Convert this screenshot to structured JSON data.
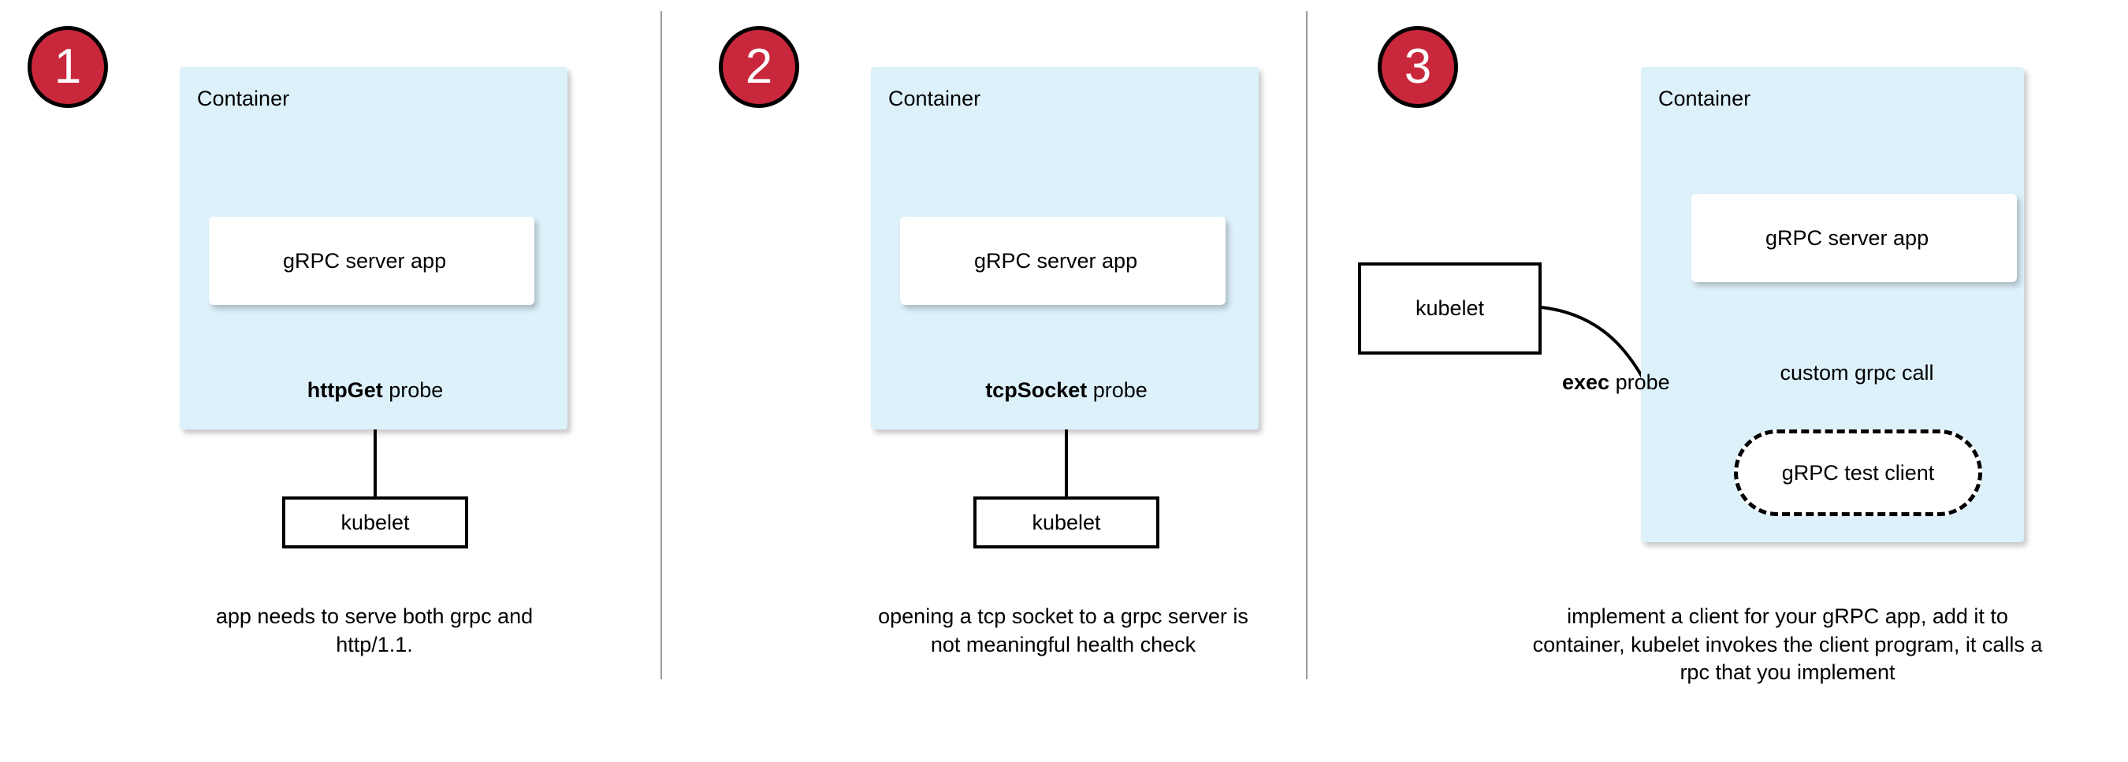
{
  "diagram": {
    "title": "Kubernetes gRPC health probe approaches",
    "colors": {
      "badge_red": "#c9283c",
      "container_blue": "#ddf1fb",
      "app_card_white": "#ffffff",
      "stroke_black": "#000000",
      "divider_gray": "#9a9a9a",
      "grpc_icon_gray": "#7a7a7a"
    },
    "panels": [
      {
        "badge": "1",
        "container_label": "Container",
        "app_label": "gRPC server app",
        "app_icon": "grpc-logo-icon",
        "probe_label_bold": "httpGet",
        "probe_label_rest": " probe",
        "kubelet_label": "kubelet",
        "caption": "app needs to serve both grpc and http/1.1."
      },
      {
        "badge": "2",
        "container_label": "Container",
        "app_label": "gRPC server app",
        "app_icon": "grpc-logo-icon",
        "probe_label_bold": "tcpSocket",
        "probe_label_rest": " probe",
        "kubelet_label": "kubelet",
        "caption": "opening a tcp socket to a grpc server is not meaningful health check"
      },
      {
        "badge": "3",
        "container_label": "Container",
        "app_label": "gRPC server app",
        "app_icon": "grpc-logo-icon",
        "probe_label_bold": "exec",
        "probe_label_rest": " probe",
        "kubelet_label": "kubelet",
        "client_label": "gRPC test client",
        "call_label": "custom grpc call",
        "caption": "implement a client for your gRPC app, add it to container, kubelet invokes the client program, it calls a rpc that you implement"
      }
    ]
  }
}
